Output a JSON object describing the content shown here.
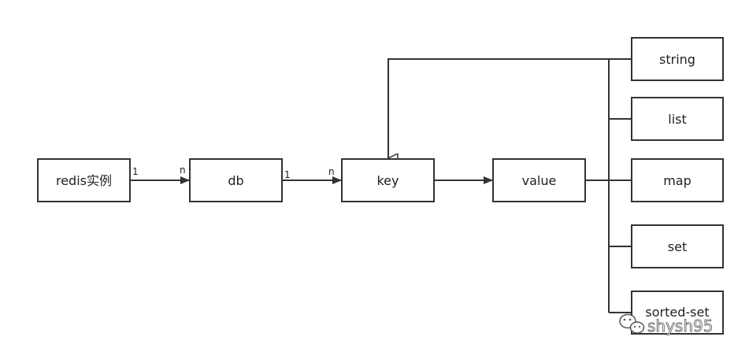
{
  "nodes": {
    "redis": "redis实例",
    "db": "db",
    "key": "key",
    "value": "value",
    "string": "string",
    "list": "list",
    "map": "map",
    "set": "set",
    "sorted_set": "sorted-set"
  },
  "edges": {
    "redis_db": {
      "from_mult": "1",
      "to_mult": "n"
    },
    "db_key": {
      "from_mult": "1",
      "to_mult": "n"
    }
  },
  "watermark": {
    "text": "shysh95",
    "icon": "wechat-icon"
  },
  "colors": {
    "stroke": "#333333",
    "text": "#222222",
    "background": "#ffffff"
  }
}
